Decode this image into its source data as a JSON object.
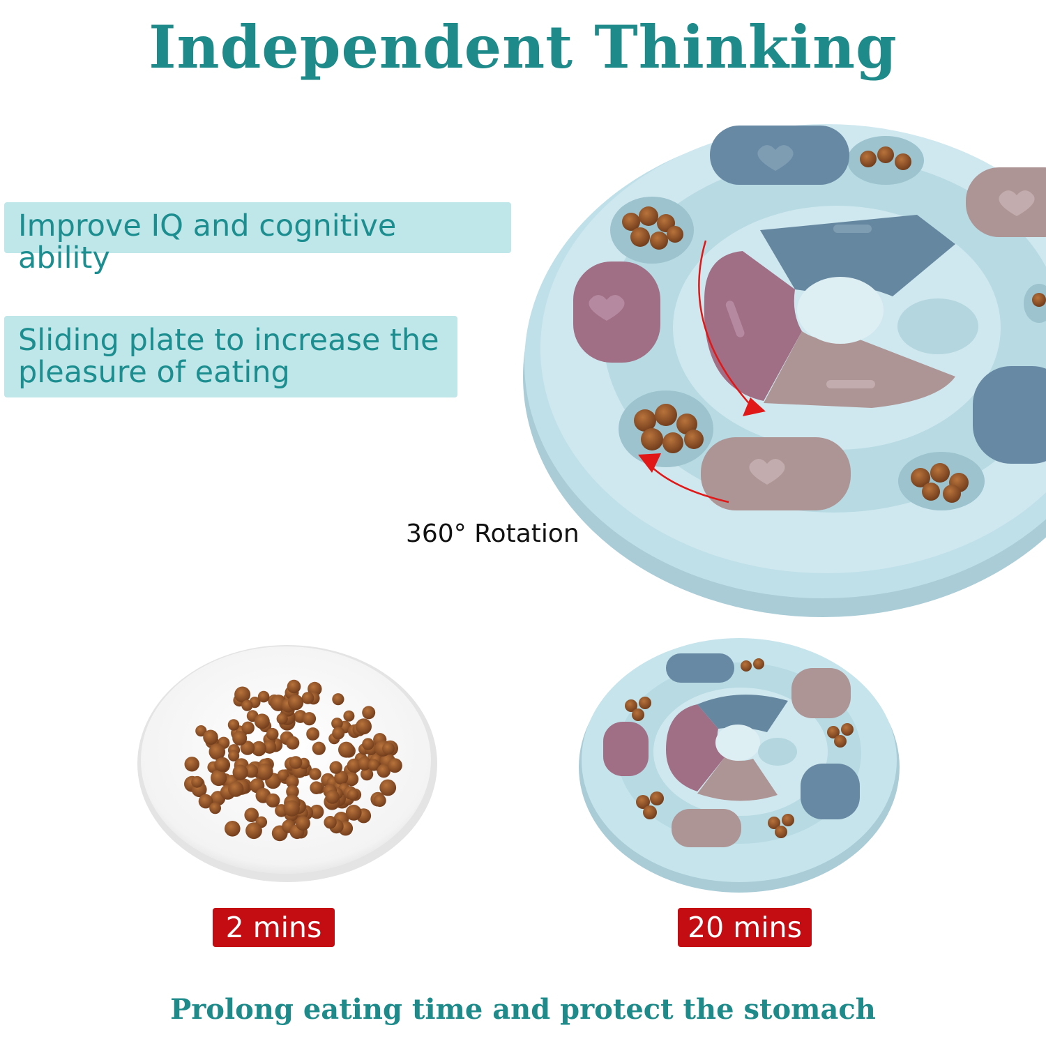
{
  "headline": "Independent Thinking",
  "features": [
    {
      "text": "Improve IQ and cognitive ability"
    },
    {
      "line1": "Sliding plate to increase the",
      "line2": "pleasure of eating"
    }
  ],
  "rotation_label": "360° Rotation",
  "comparison": {
    "plate_time": "2 mins",
    "feeder_time": "20 mins"
  },
  "footer": "Prolong eating time and protect the stomach",
  "colors": {
    "title_teal": "#1f8a8a",
    "feature_bg": "#bfe6e8",
    "badge_red": "#c40d12",
    "feeder_blue": "#bde0e8",
    "slate_blue": "#6d8ea6",
    "mauve": "#a9798f",
    "taupe": "#b09a9c",
    "kibble_brown": "#8a4e26"
  }
}
